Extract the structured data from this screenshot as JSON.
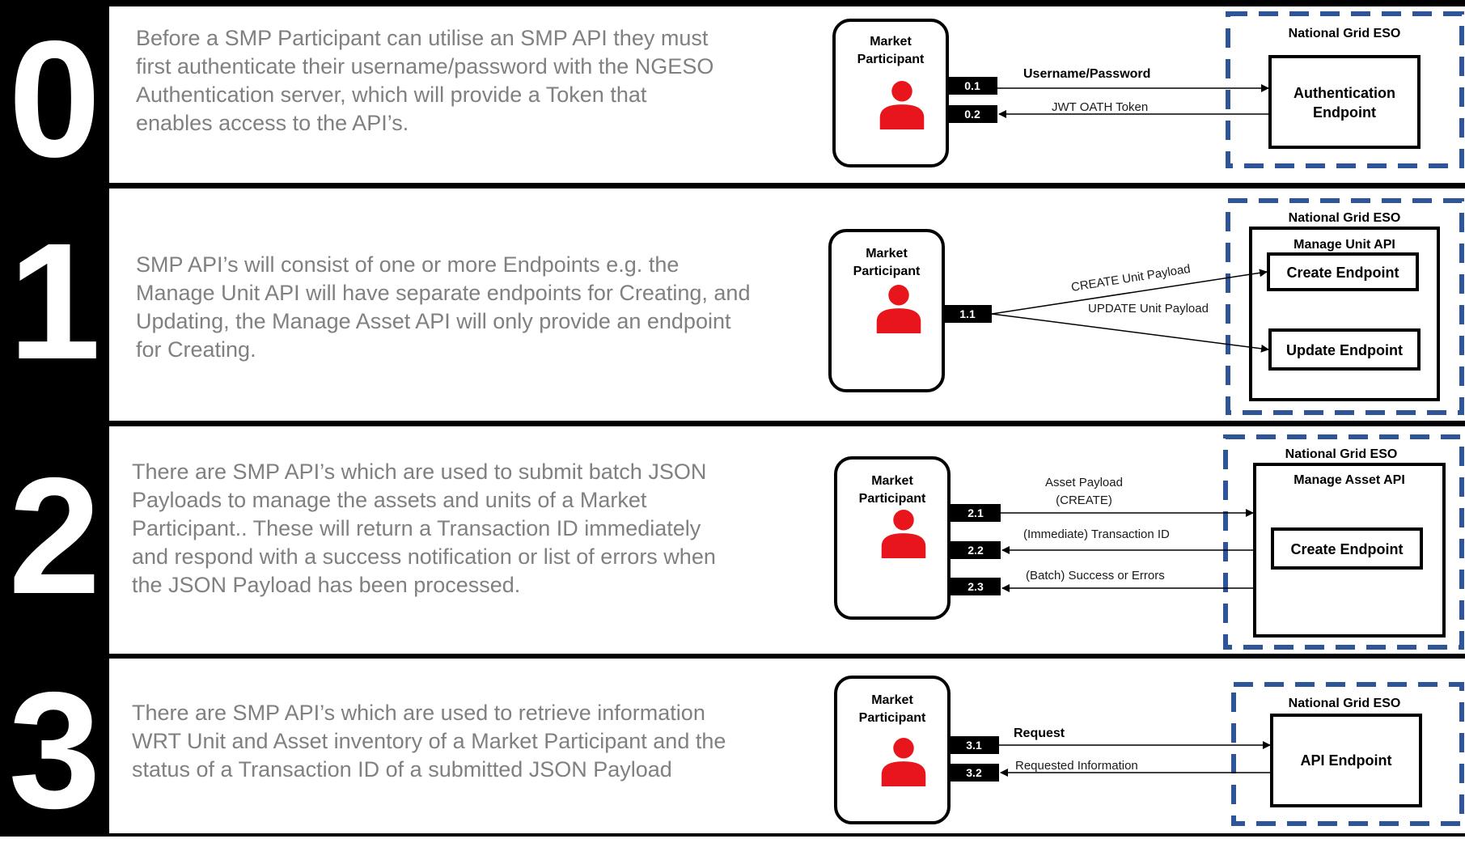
{
  "colors": {
    "person": "#e8151c",
    "dashed_border": "#2e5597",
    "step_bar": "#000000"
  },
  "steps": [
    {
      "number": "0",
      "description": "Before a SMP Participant can utilise an SMP API they must\nfirst authenticate their username/password with the NGESO\nAuthentication server, which will provide a Token that\nenables access to the API’s.",
      "participant": [
        "Market",
        "Participant"
      ],
      "provider": "National Grid ESO",
      "endpoint": [
        "Authentication",
        "Endpoint"
      ],
      "tags": [
        "0.1",
        "0.2"
      ],
      "messages": [
        "Username/Password",
        "JWT OATH Token"
      ]
    },
    {
      "number": "1",
      "description": "SMP API’s will consist of one or more Endpoints e.g. the\nManage Unit API will have separate endpoints for Creating, and\nUpdating, the Manage Asset API will only provide an endpoint\nfor Creating.",
      "participant": [
        "Market",
        "Participant"
      ],
      "provider": "National Grid ESO",
      "api": "Manage Unit API",
      "endpoints": [
        "Create Endpoint",
        "Update Endpoint"
      ],
      "tags": [
        "1.1"
      ],
      "messages": [
        "CREATE Unit Payload",
        "UPDATE Unit Payload"
      ]
    },
    {
      "number": "2",
      "description": "There are SMP API’s which are used to submit batch JSON\nPayloads to manage the assets and units of a Market\nParticipant.. These will return a Transaction ID immediately\nand respond with a success notification or list of errors when\nthe JSON Payload has been processed.",
      "participant": [
        "Market",
        "Participant"
      ],
      "provider": "National Grid ESO",
      "api": "Manage Asset API",
      "endpoint": "Create Endpoint",
      "tags": [
        "2.1",
        "2.2",
        "2.3"
      ],
      "messages": [
        "Asset Payload",
        "(CREATE)",
        "(Immediate) Transaction ID",
        "(Batch) Success or Errors"
      ]
    },
    {
      "number": "3",
      "description": "There are SMP API’s which are used to retrieve information\nWRT Unit and Asset inventory of a Market Participant and the\nstatus of a Transaction ID of a submitted JSON Payload",
      "participant": [
        "Market",
        "Participant"
      ],
      "provider": "National Grid ESO",
      "endpoint": "API Endpoint",
      "tags": [
        "3.1",
        "3.2"
      ],
      "messages": [
        "Request",
        "Requested Information"
      ]
    }
  ]
}
